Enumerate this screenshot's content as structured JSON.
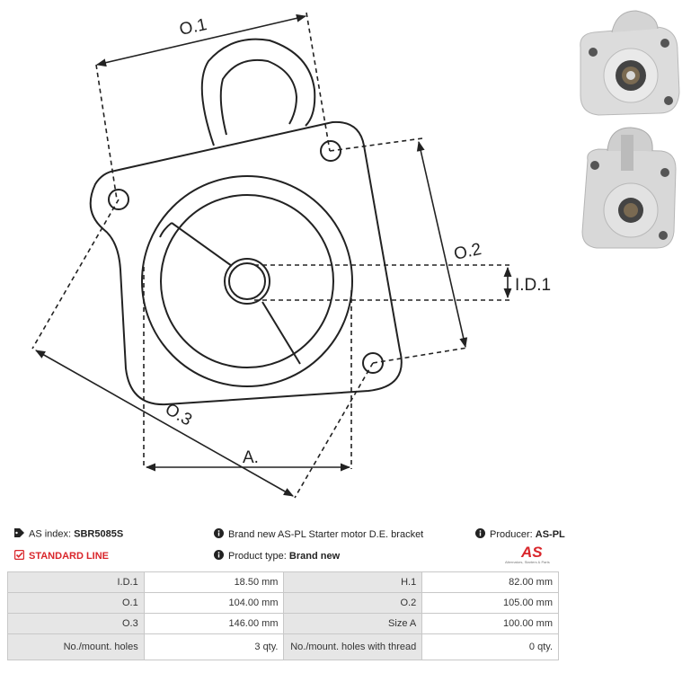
{
  "drawing": {
    "labels": {
      "o1": "O.1",
      "o2": "O.2",
      "o3": "O.3",
      "id1": "I.D.1",
      "a": "A."
    }
  },
  "info": {
    "as_index_label": "AS index:",
    "as_index_value": "SBR5085S",
    "description": "Brand new AS-PL Starter motor D.E. bracket",
    "producer_label": "Producer:",
    "producer_value": "AS-PL",
    "line_label": "STANDARD LINE",
    "product_type_label": "Product type:",
    "product_type_value": "Brand new",
    "logo_text": "AS",
    "logo_tagline": "Alternators, Starters & Parts"
  },
  "colors": {
    "accent_red": "#d9262b",
    "table_label_bg": "#e6e6e6",
    "table_border": "#c8c8c8"
  },
  "specs": {
    "rows": [
      {
        "l1": "I.D.1",
        "v1": "18.50 mm",
        "l2": "H.1",
        "v2": "82.00 mm"
      },
      {
        "l1": "O.1",
        "v1": "104.00 mm",
        "l2": "O.2",
        "v2": "105.00 mm"
      },
      {
        "l1": "O.3",
        "v1": "146.00 mm",
        "l2": "Size A",
        "v2": "100.00 mm"
      },
      {
        "l1": "No./mount. holes",
        "v1": "3 qty.",
        "l2": "No./mount. holes with thread",
        "v2": "0 qty."
      }
    ]
  }
}
